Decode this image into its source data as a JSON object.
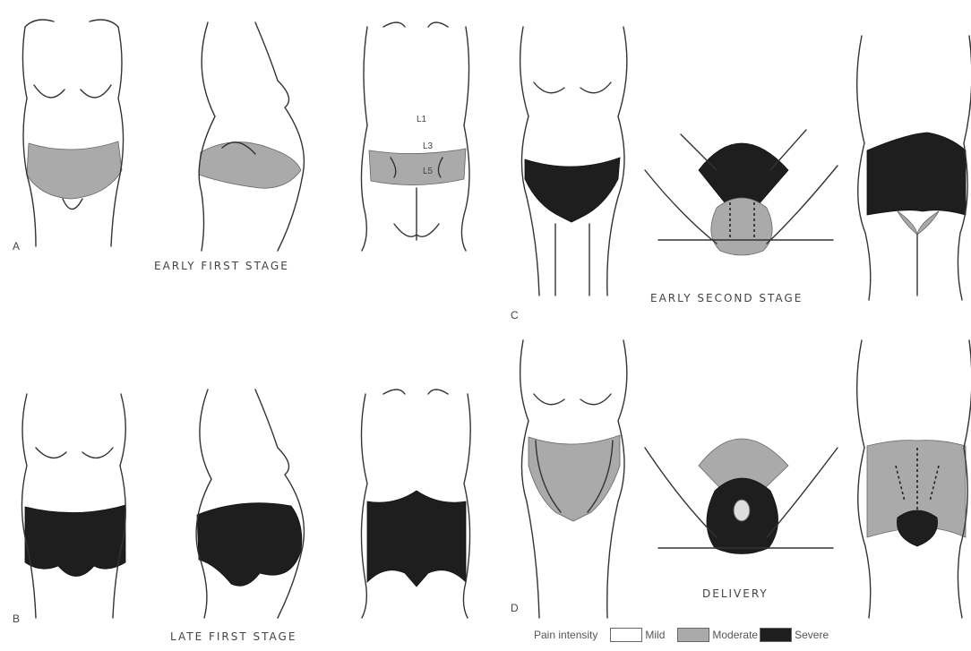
{
  "stages": {
    "early_first": "EARLY FIRST STAGE",
    "late_first": "LATE FIRST STAGE",
    "early_second": "EARLY SECOND STAGE",
    "delivery": "DELIVERY"
  },
  "panels": {
    "a": "A",
    "b": "B",
    "c": "C",
    "d": "D"
  },
  "vertebrae": {
    "l1": "L1",
    "l3": "L3",
    "l5": "L5"
  },
  "legend": {
    "title": "Pain intensity",
    "mild": "Mild",
    "moderate": "Moderate",
    "severe": "Severe"
  },
  "colors": {
    "mild": "#ffffff",
    "moderate": "#a9aaa9",
    "severe": "#1e1e1e",
    "outline": "#333333"
  }
}
